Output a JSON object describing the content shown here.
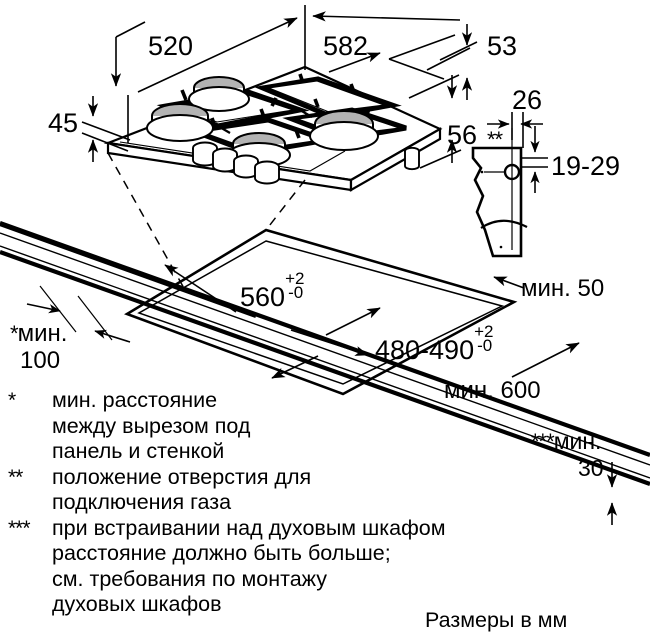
{
  "document": {
    "type": "installation-dimension-drawing",
    "subject": "Built-in gas cooktop / hob installation diagram",
    "units_note": "Размеры в мм"
  },
  "dimensions": {
    "hob_depth": "520",
    "hob_width": "582",
    "hob_front_height": "45",
    "hob_edge_53": "53",
    "hob_edge_56": "56",
    "gas_hole_offset": "26",
    "gas_hole_height_range": "19-29",
    "cutout_width": "560",
    "cutout_width_tol_plus": "+2",
    "cutout_width_tol_minus": "-0",
    "cutout_depth": "480-490",
    "cutout_depth_tol_plus": "+2",
    "cutout_depth_tol_minus": "-0",
    "min_side_wall": "мин.",
    "min_side_wall_value": "100",
    "min_rear": "мин. 50",
    "min_worktop_depth": "мин. 600",
    "min_under": "мин.",
    "min_under_value": "30"
  },
  "markers": {
    "one_star": "*",
    "two_star": "**",
    "three_star": "***"
  },
  "legend": [
    {
      "mark": "*",
      "lines": [
        "мин. расстояние",
        "между вырезом под",
        "панель и стенкой"
      ]
    },
    {
      "mark": "**",
      "lines": [
        "положение отверстия для",
        "подключения газа"
      ]
    },
    {
      "mark": "***",
      "lines": [
        "при встраивании над духовым шкафом",
        "расстояние должно быть больше;",
        "см. требования по монтажу",
        "духовых шкафов"
      ]
    }
  ],
  "colors": {
    "line": "#000000",
    "burner_cap": "#b3b3b3",
    "background": "#ffffff"
  }
}
